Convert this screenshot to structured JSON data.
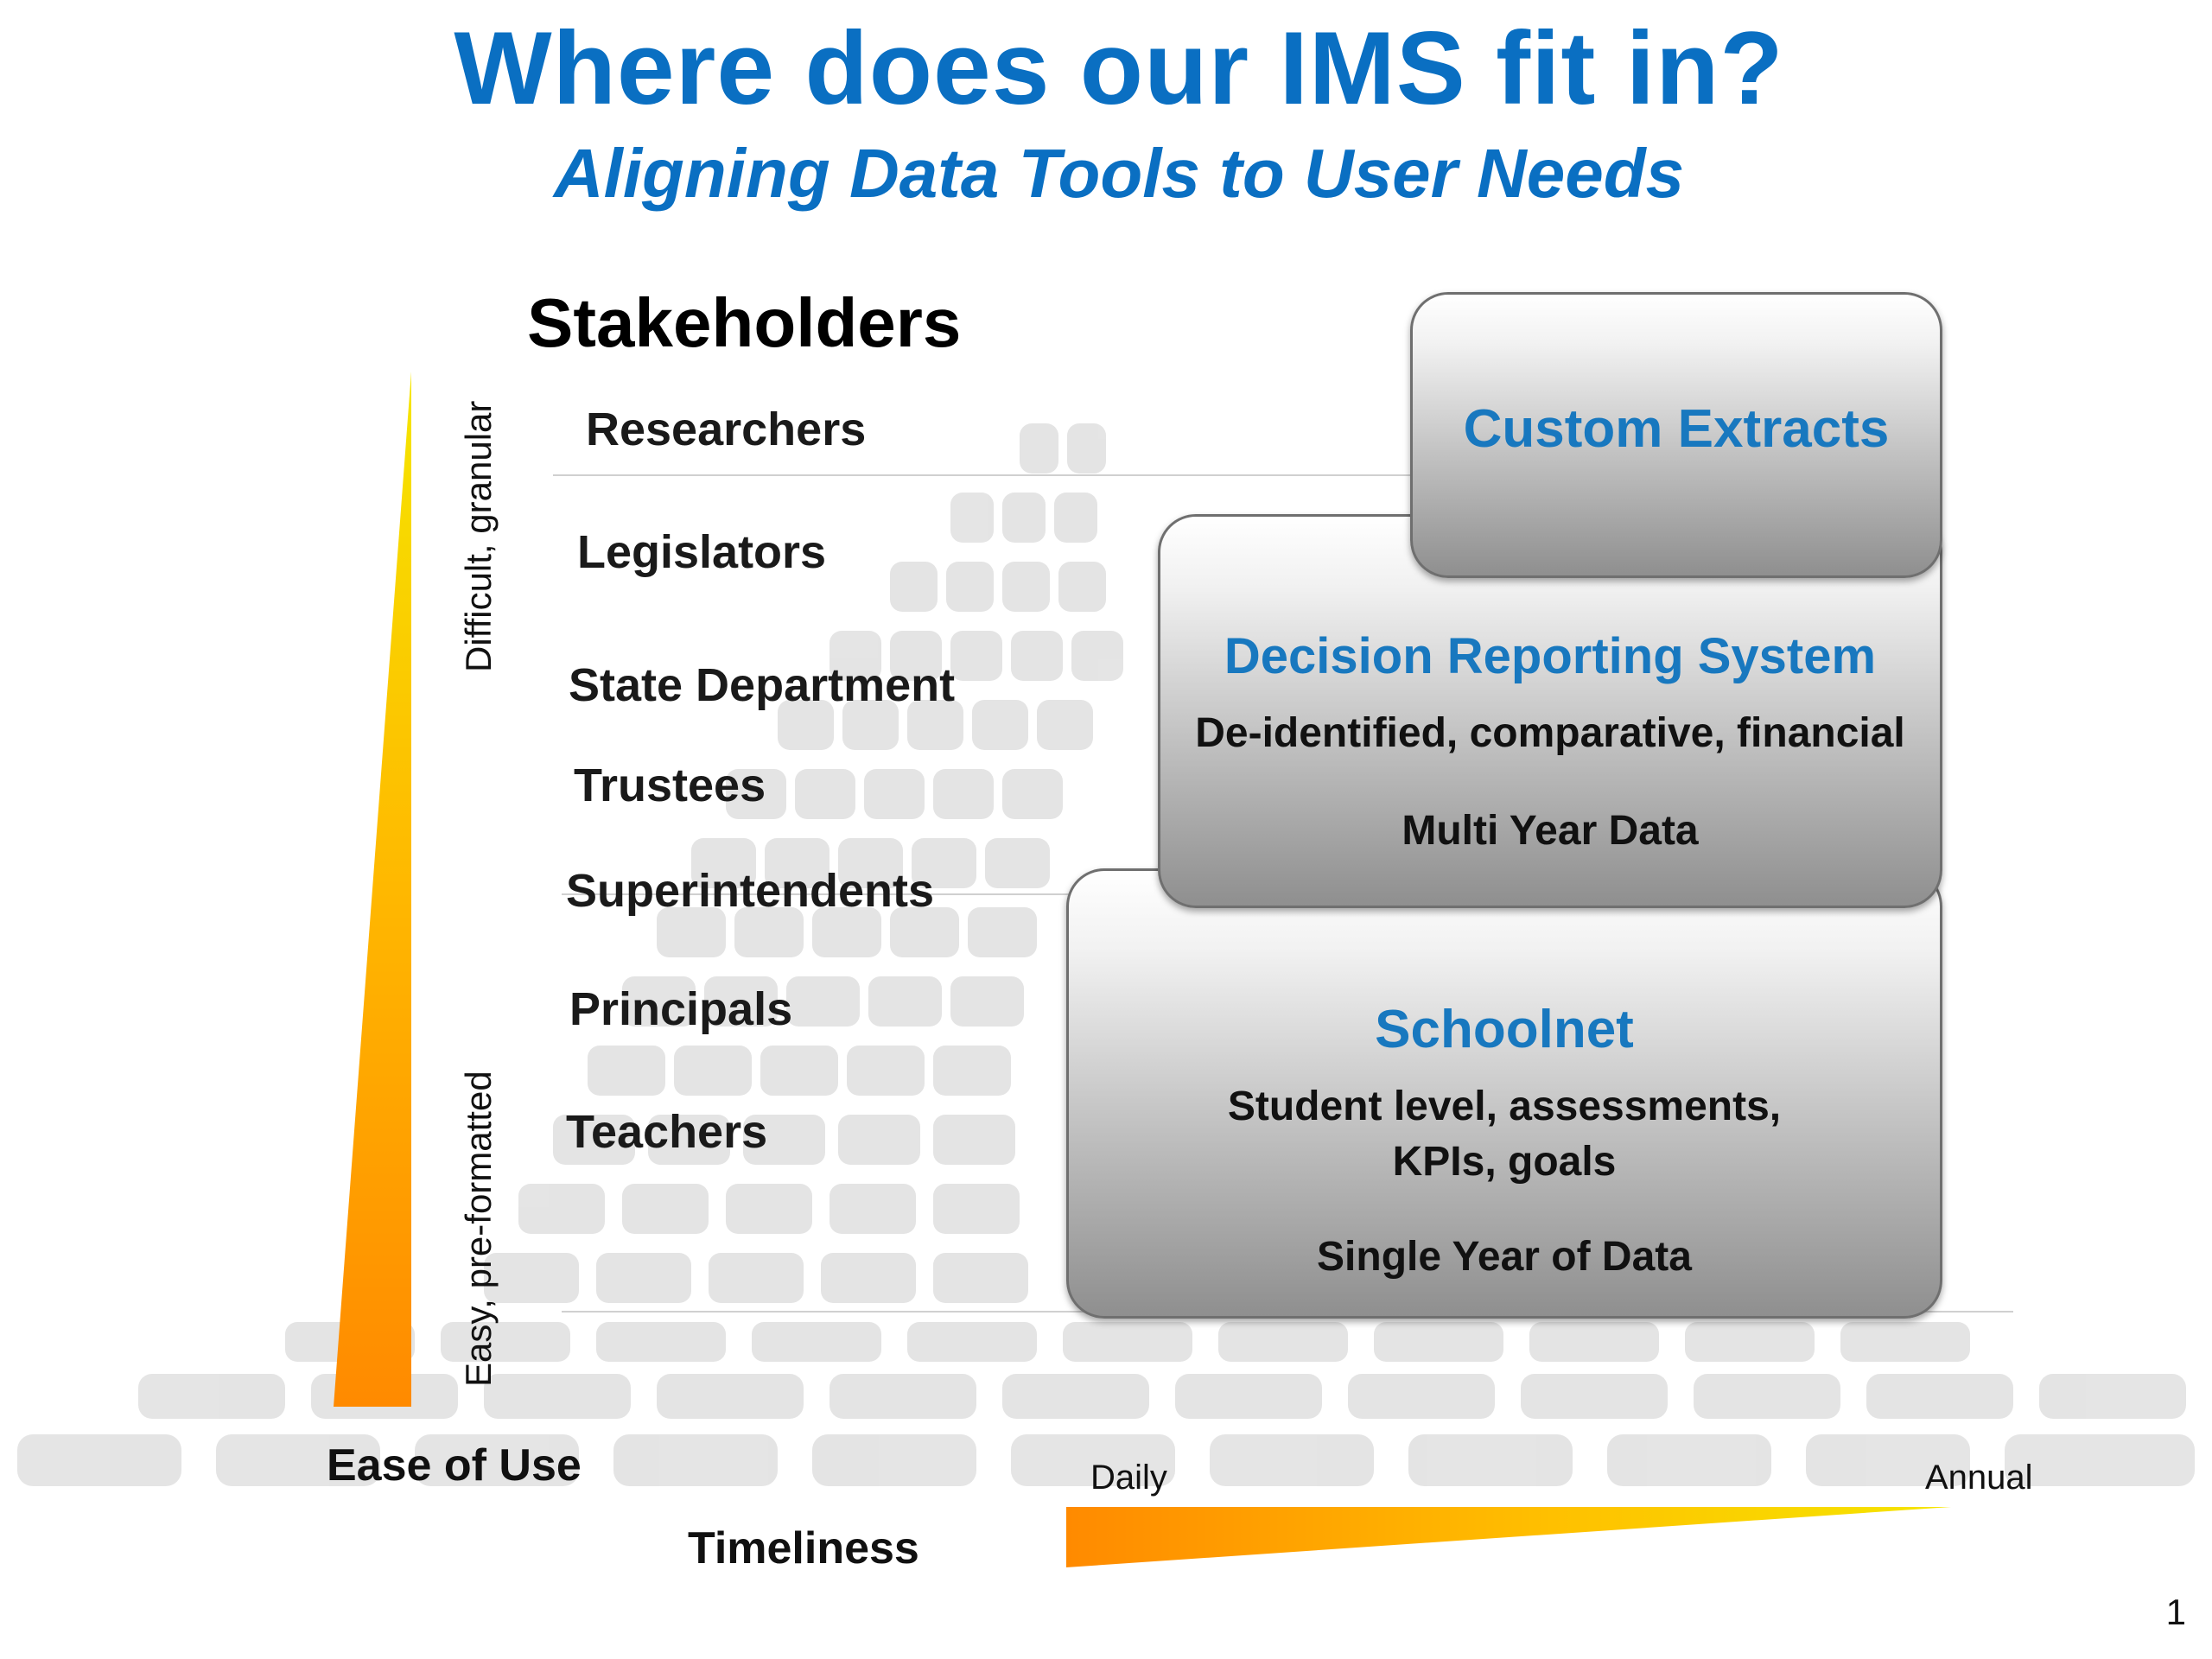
{
  "slide": {
    "title": "Where does our IMS fit in?",
    "subtitle": "Aligning Data Tools to User Needs",
    "page_number": "1"
  },
  "stakeholders": {
    "heading": "Stakeholders",
    "items": [
      "Researchers",
      "Legislators",
      "State Department",
      "Trustees",
      "Superintendents",
      "Principals",
      "Teachers"
    ]
  },
  "ease_axis": {
    "title": "Ease of Use",
    "top_label": "Difficult, granular",
    "bottom_label": "Easy, pre-formatted"
  },
  "timeliness_axis": {
    "title": "Timeliness",
    "left_label": "Daily",
    "right_label": "Annual"
  },
  "tools": {
    "custom_extracts": {
      "title": "Custom Extracts"
    },
    "decision_reporting": {
      "title": "Decision Reporting System",
      "description": "De-identified, comparative, financial",
      "data_span": "Multi Year Data"
    },
    "schoolnet": {
      "title": "Schoolnet",
      "description_line1": "Student level, assessments,",
      "description_line2": "KPIs, goals",
      "data_span": "Single Year of Data"
    }
  },
  "colors": {
    "title_blue": "#0a6fc2",
    "box_title_blue": "#1878bf",
    "gradient_yellow": "#f5e600",
    "gradient_orange": "#ff8a00"
  }
}
